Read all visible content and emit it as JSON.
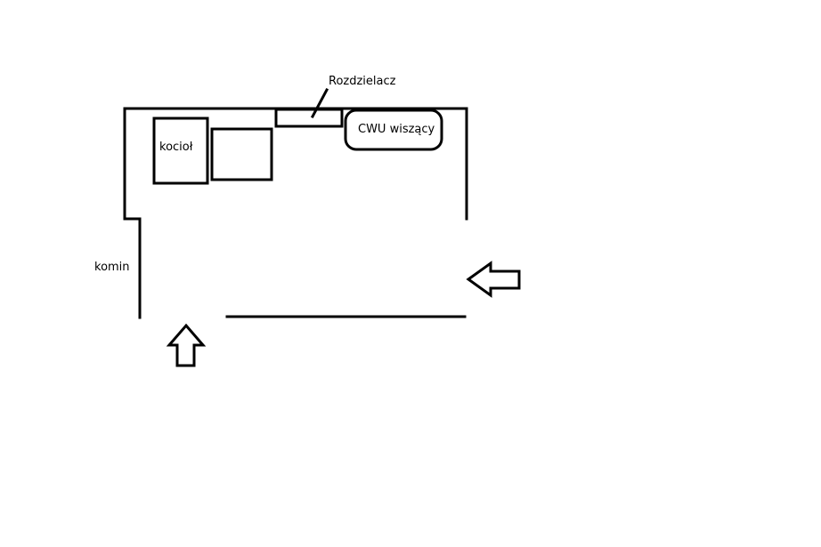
{
  "labels": {
    "rozdzielacz": "Rozdzielacz",
    "kociol": "kocioł",
    "cwu": "CWU wiszący",
    "komin": "komin"
  },
  "colors": {
    "stroke": "#000000",
    "background": "#ffffff"
  }
}
